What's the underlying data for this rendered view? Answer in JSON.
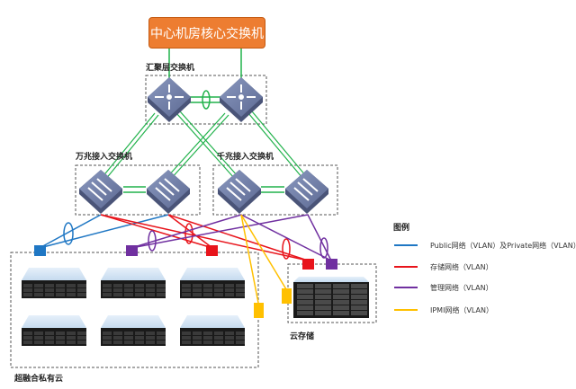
{
  "core_switch": {
    "label": "中心机房核心交换机",
    "color": "#ed7d31"
  },
  "groups": {
    "aggregation": {
      "label": "汇聚层交换机"
    },
    "access_10g": {
      "label": "万兆接入交换机"
    },
    "access_1g": {
      "label": "千兆接入交换机"
    },
    "hci_cloud": {
      "label": "超融合私有云"
    },
    "cloud_storage": {
      "label": "云存储"
    }
  },
  "legend": {
    "title": "图例",
    "items": [
      {
        "label": "Public网络（VLAN）及Private网络（VLAN）",
        "color": "#1f77c4"
      },
      {
        "label": "存储网络（VLAN）",
        "color": "#e8141b"
      },
      {
        "label": "管理网络（VLAN）",
        "color": "#7030a0"
      },
      {
        "label": "IPMI网络（VLAN）",
        "color": "#ffc000"
      }
    ]
  },
  "colors": {
    "uplink": "#21b24b",
    "public": "#1f77c4",
    "storage": "#e8141b",
    "management": "#7030a0",
    "ipmi": "#ffc000",
    "switch_top": "#6f7fa6",
    "switch_side": "#4a5478"
  },
  "counts": {
    "hci_servers": 6,
    "storage_arrays": 1
  }
}
